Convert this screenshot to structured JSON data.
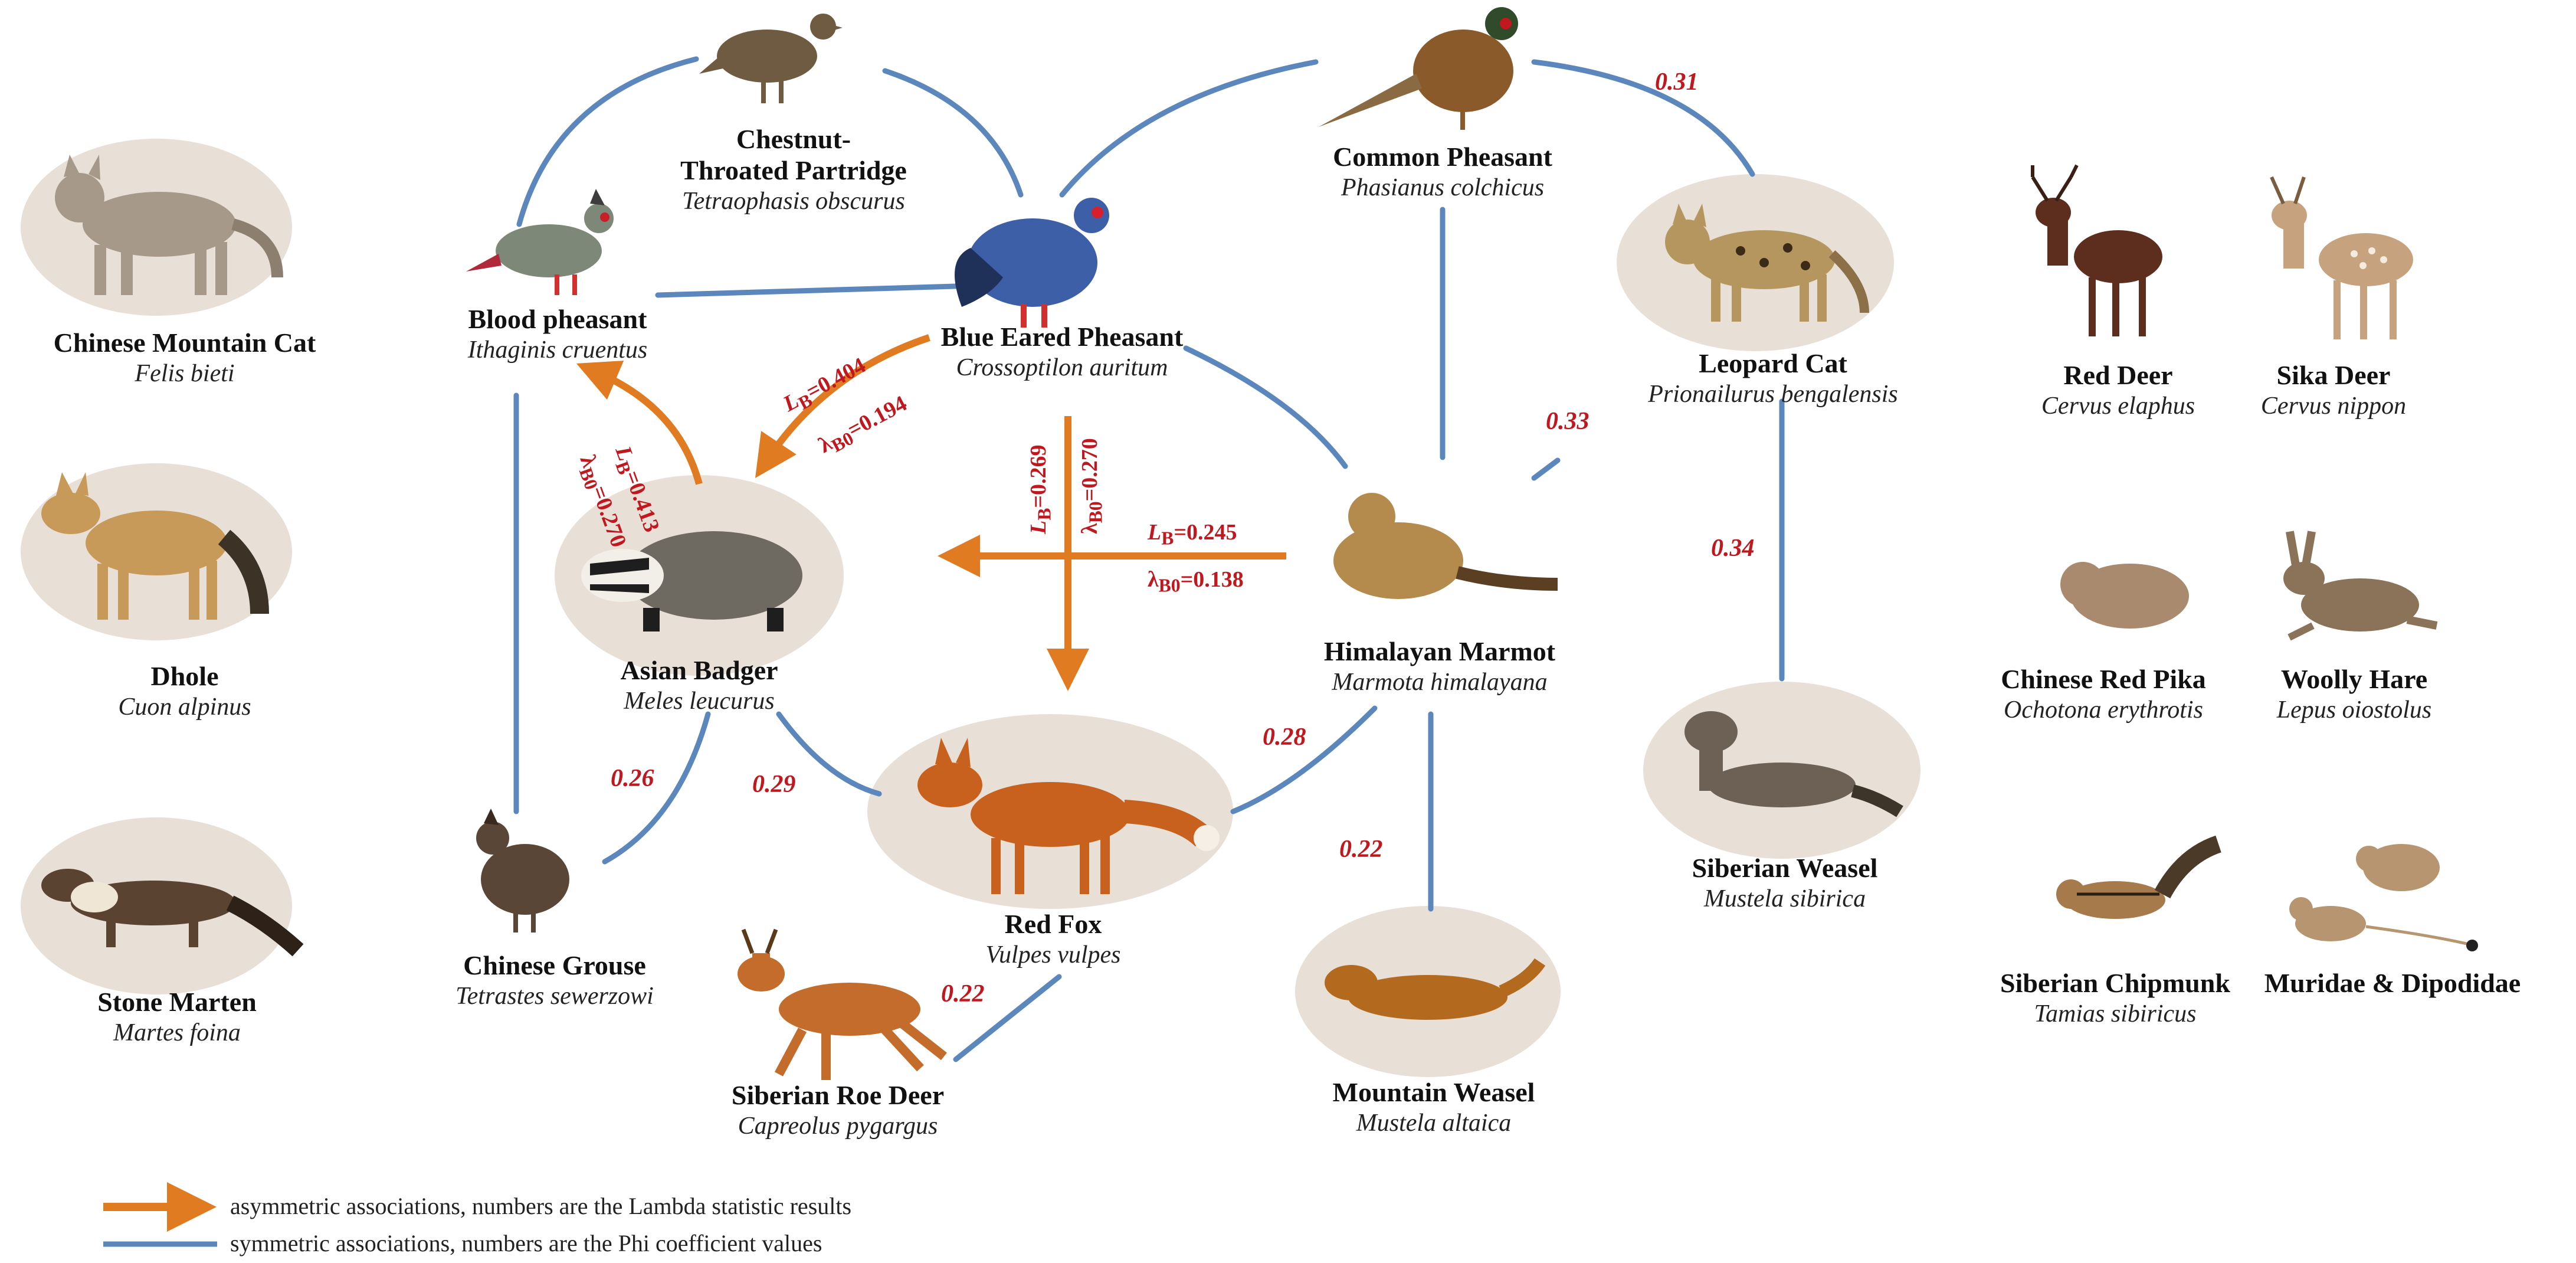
{
  "species": {
    "chinese_mountain_cat": {
      "common": "Chinese Mountain Cat",
      "sci": "Felis bieti"
    },
    "dhole": {
      "common": "Dhole",
      "sci": "Cuon alpinus"
    },
    "stone_marten": {
      "common": "Stone Marten",
      "sci": "Martes foina"
    },
    "chestnut_partridge": {
      "common_line1": "Chestnut-",
      "common_line2": "Throated Partridge",
      "sci": "Tetraophasis obscurus"
    },
    "blood_pheasant": {
      "common": "Blood pheasant",
      "sci": "Ithaginis cruentus"
    },
    "blue_eared_pheasant": {
      "common": "Blue Eared Pheasant",
      "sci": "Crossoptilon auritum"
    },
    "common_pheasant": {
      "common": "Common Pheasant",
      "sci": "Phasianus colchicus"
    },
    "leopard_cat": {
      "common": "Leopard Cat",
      "sci": "Prionailurus bengalensis"
    },
    "asian_badger": {
      "common": "Asian Badger",
      "sci": "Meles leucurus"
    },
    "himalayan_marmot": {
      "common": "Himalayan Marmot",
      "sci": "Marmota himalayana"
    },
    "red_fox": {
      "common": "Red Fox",
      "sci": "Vulpes vulpes"
    },
    "siberian_weasel": {
      "common": "Siberian Weasel",
      "sci": "Mustela sibirica"
    },
    "chinese_grouse": {
      "common": "Chinese Grouse",
      "sci": "Tetrastes sewerzowi"
    },
    "siberian_roe_deer": {
      "common": "Siberian Roe Deer",
      "sci": "Capreolus pygargus"
    },
    "mountain_weasel": {
      "common": "Mountain Weasel",
      "sci": "Mustela altaica"
    },
    "red_deer": {
      "common": "Red Deer",
      "sci": "Cervus elaphus"
    },
    "sika_deer": {
      "common": "Sika Deer",
      "sci": "Cervus nippon"
    },
    "chinese_red_pika": {
      "common": "Chinese Red Pika",
      "sci": "Ochotona erythrotis"
    },
    "woolly_hare": {
      "common": "Woolly Hare",
      "sci": "Lepus oiostolus"
    },
    "siberian_chipmunk": {
      "common": "Siberian Chipmunk",
      "sci": "Tamias sibiricus"
    },
    "muridae": {
      "common": "Muridae & Dipodidae"
    }
  },
  "phi_values": {
    "pheasant_leopard": "0.31",
    "leopard_marmot": "0.33",
    "leopard_weasel": "0.34",
    "marmot_fox": "0.28",
    "marmot_mtweasel": "0.22",
    "badger_grouse": "0.26",
    "badger_fox": "0.29",
    "fox_roedeer": "0.22"
  },
  "lambda_values": {
    "blood_lb": "L",
    "blood_lb_sub": "B",
    "blood_lb_val": "=0.413",
    "blood_l0": "λ",
    "blood_l0_sub": "B0",
    "blood_l0_val": "=0.270",
    "blue_lb": "L",
    "blue_lb_sub": "B",
    "blue_lb_val": "=0.404",
    "blue_l0": "λ",
    "blue_l0_sub": "B0",
    "blue_l0_val": "=0.194",
    "fox_lb": "L",
    "fox_lb_sub": "B",
    "fox_lb_val": "=0.269",
    "fox_l0": "λ",
    "fox_l0_sub": "B0",
    "fox_l0_val": "=0.270",
    "marmot_lb": "L",
    "marmot_lb_sub": "B",
    "marmot_lb_val": "=0.245",
    "marmot_l0": "λ",
    "marmot_l0_sub": "B0",
    "marmot_l0_val": "=0.138"
  },
  "legend": {
    "asymmetric": "asymmetric associations, numbers are the Lambda statistic results",
    "symmetric": "symmetric associations, numbers are the Phi coefficient values"
  },
  "colors": {
    "orange": "#e07b22",
    "blue": "#5b87bd",
    "ellipse": "#e8dfd6",
    "value_red": "#c0181f"
  }
}
